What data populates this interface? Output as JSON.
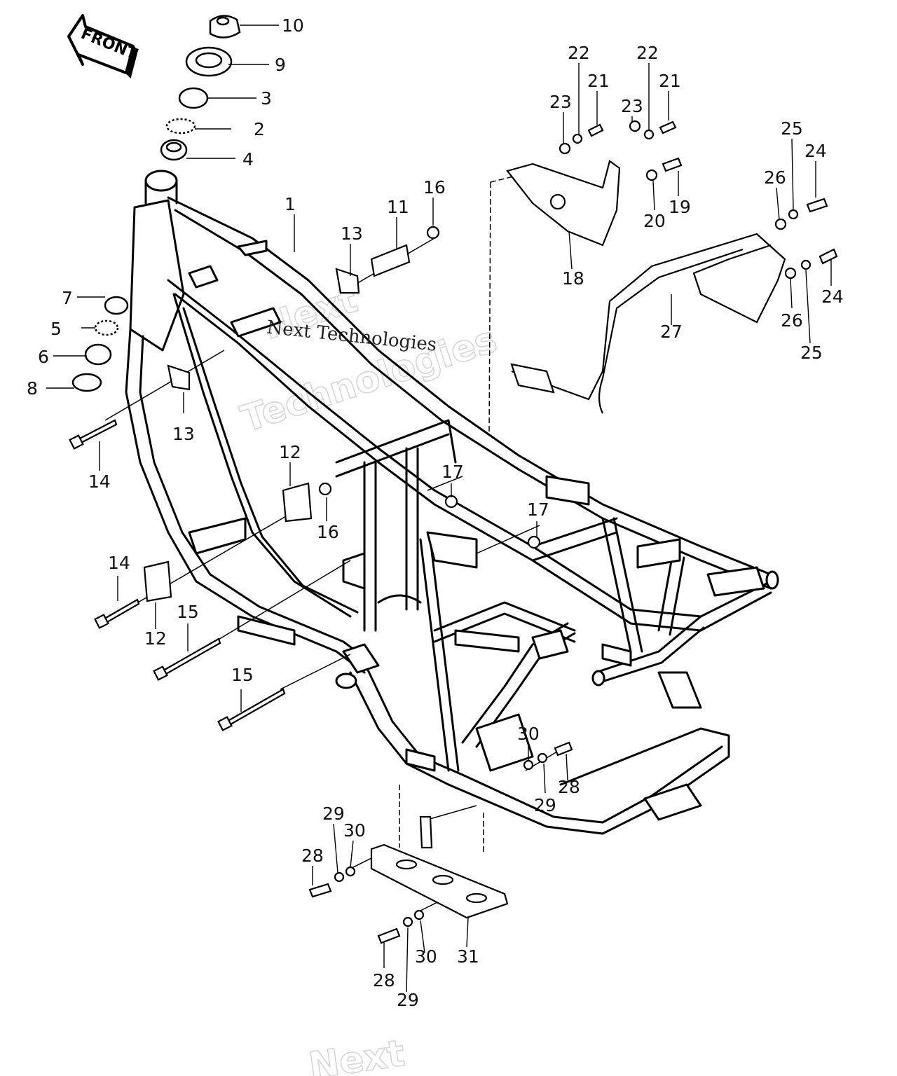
{
  "diagram": {
    "front_label": "FRONT",
    "watermark_company": "Next Technologies",
    "watermark_faint_1": "Next",
    "watermark_faint_2": "Technologies",
    "watermark_faint_3": "Next",
    "callouts": {
      "c10": "10",
      "c9": "9",
      "c3": "3",
      "c2": "2",
      "c4": "4",
      "c1": "1",
      "c7": "7",
      "c5": "5",
      "c6": "6",
      "c8": "8",
      "c13a": "13",
      "c13b": "13",
      "c11": "11",
      "c16a": "16",
      "c16b": "16",
      "c14a": "14",
      "c14b": "14",
      "c12a": "12",
      "c12b": "12",
      "c15a": "15",
      "c15b": "15",
      "c17a": "17",
      "c17b": "17",
      "c22a": "22",
      "c22b": "22",
      "c21a": "21",
      "c21b": "21",
      "c23a": "23",
      "c23b": "23",
      "c19": "19",
      "c20": "20",
      "c18": "18",
      "c25a": "25",
      "c25b": "25",
      "c24a": "24",
      "c24b": "24",
      "c26a": "26",
      "c26b": "26",
      "c27": "27",
      "c30a": "30",
      "c30b": "30",
      "c30c": "30",
      "c28a": "28",
      "c28b": "28",
      "c28c": "28",
      "c29a": "29",
      "c29b": "29",
      "c29c": "29",
      "c31": "31"
    }
  }
}
